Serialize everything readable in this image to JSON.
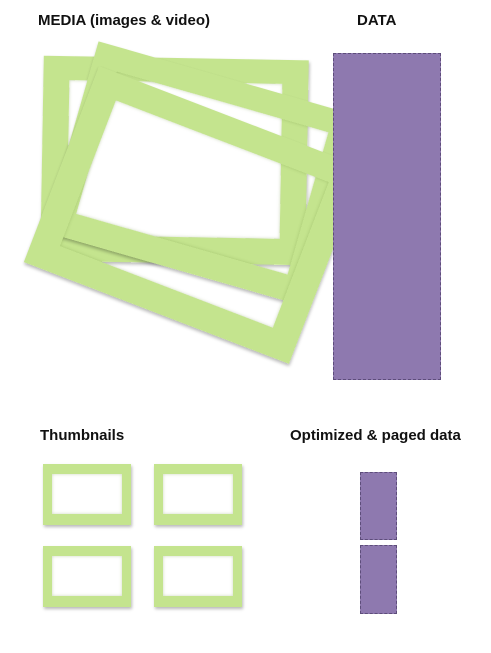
{
  "labels": {
    "media": "MEDIA (images & video)",
    "data": "DATA",
    "thumbnails": "Thumbnails",
    "paged_data": "Optimized & paged data"
  },
  "colors": {
    "frame_green": "#c4e48e",
    "data_purple": "#8e79af",
    "data_border": "#5d4d7a",
    "background": "#ffffff"
  },
  "shapes": {
    "media_frames": 3,
    "thumbnails": 4,
    "paged_data_blocks": 2
  }
}
